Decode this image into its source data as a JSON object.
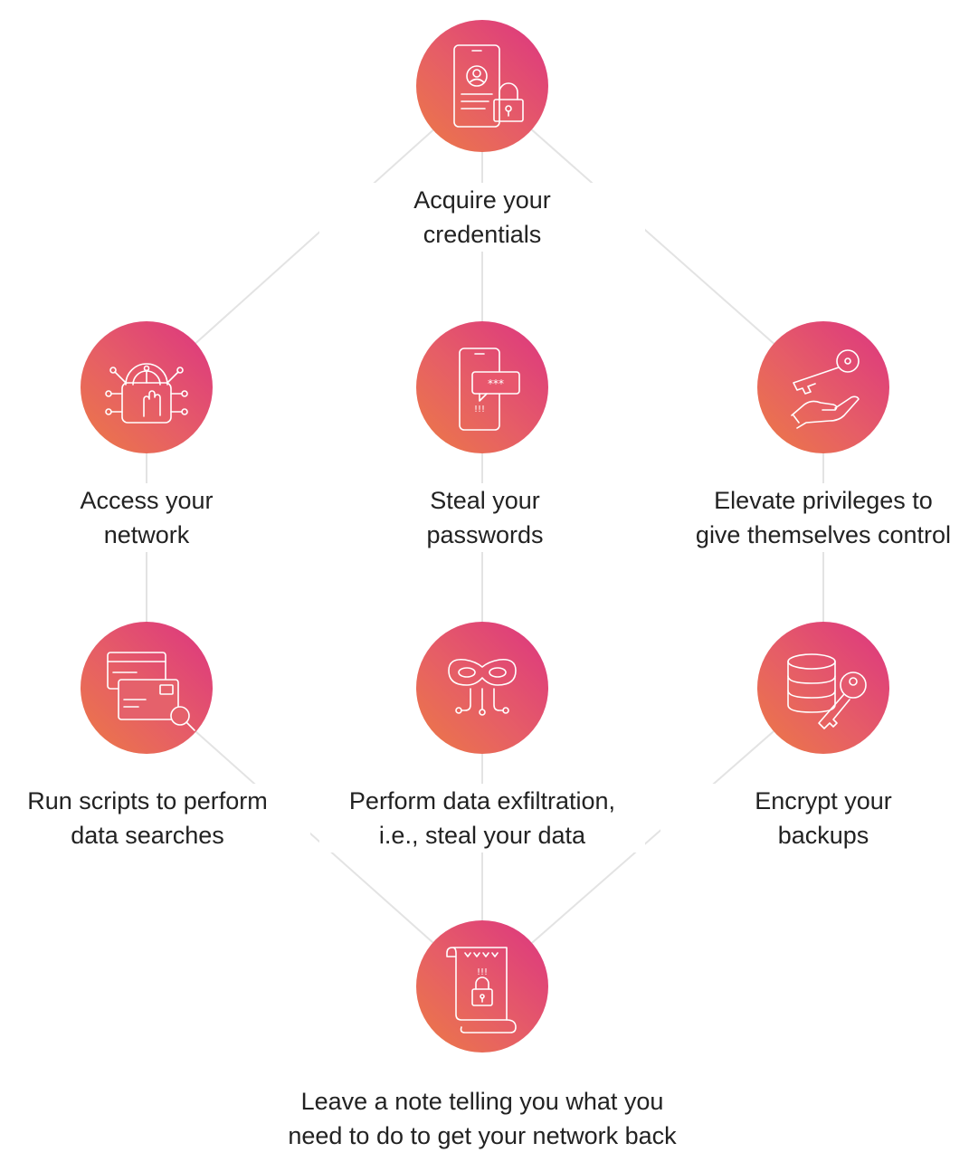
{
  "nodes": [
    {
      "id": "acquire",
      "icon": "phone-user-lock-icon",
      "line1": "Acquire your",
      "line2": "credentials"
    },
    {
      "id": "access",
      "icon": "fingerprint-lock-icon",
      "line1": "Access your",
      "line2": "network"
    },
    {
      "id": "steal",
      "icon": "phone-password-icon",
      "line1": "Steal your",
      "line2": "passwords",
      "icon_text": "***",
      "icon_alert": "!!!"
    },
    {
      "id": "elevate",
      "icon": "key-hand-icon",
      "line1": "Elevate privileges to",
      "line2": "give themselves control"
    },
    {
      "id": "scripts",
      "icon": "cards-search-icon",
      "line1": "Run scripts to perform",
      "line2": "data searches"
    },
    {
      "id": "exfil",
      "icon": "mask-network-icon",
      "line1": "Perform data exfiltration,",
      "line2": "i.e., steal your data"
    },
    {
      "id": "encrypt",
      "icon": "database-key-icon",
      "line1": "Encrypt your",
      "line2": "backups"
    },
    {
      "id": "note",
      "icon": "ransom-note-icon",
      "line1": "Leave a note telling you what you",
      "line2": "need to do to get your network back",
      "icon_alert": "!!!"
    }
  ],
  "colors": {
    "gradient_start": "#ec7a45",
    "gradient_end": "#dc3581",
    "connector": "#e3e3e3",
    "text": "#222222"
  }
}
